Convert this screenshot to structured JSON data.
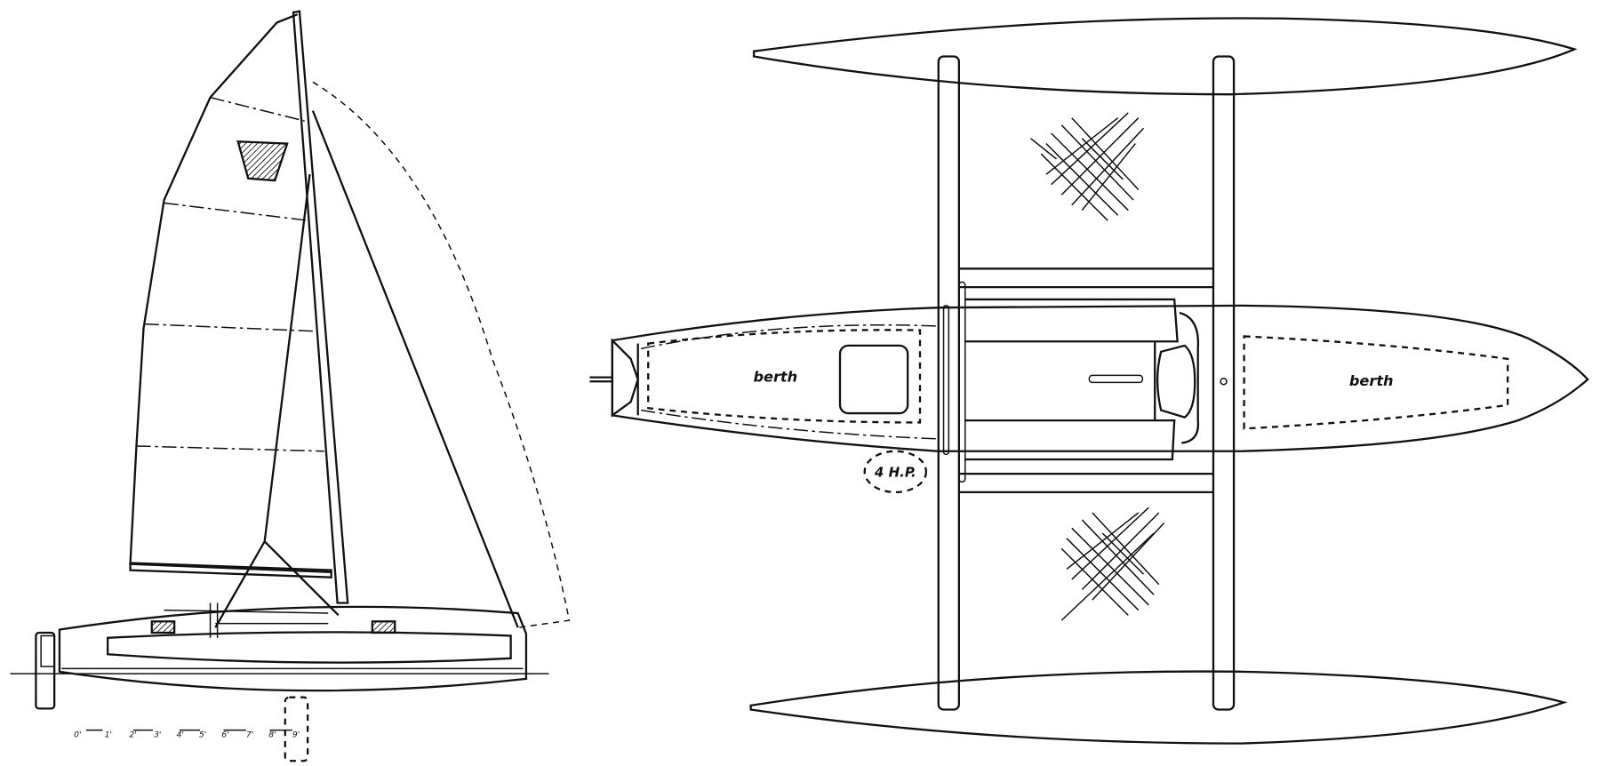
{
  "labels": {
    "berth_aft": "berth",
    "berth_fwd": "berth",
    "engine": "4 H.P."
  },
  "scale": [
    "0'",
    "1'",
    "2'",
    "3'",
    "4'",
    "5'",
    "6'",
    "7'",
    "8'",
    "9'"
  ],
  "colors": {
    "ink": "#111111",
    "paper": "#ffffff"
  }
}
